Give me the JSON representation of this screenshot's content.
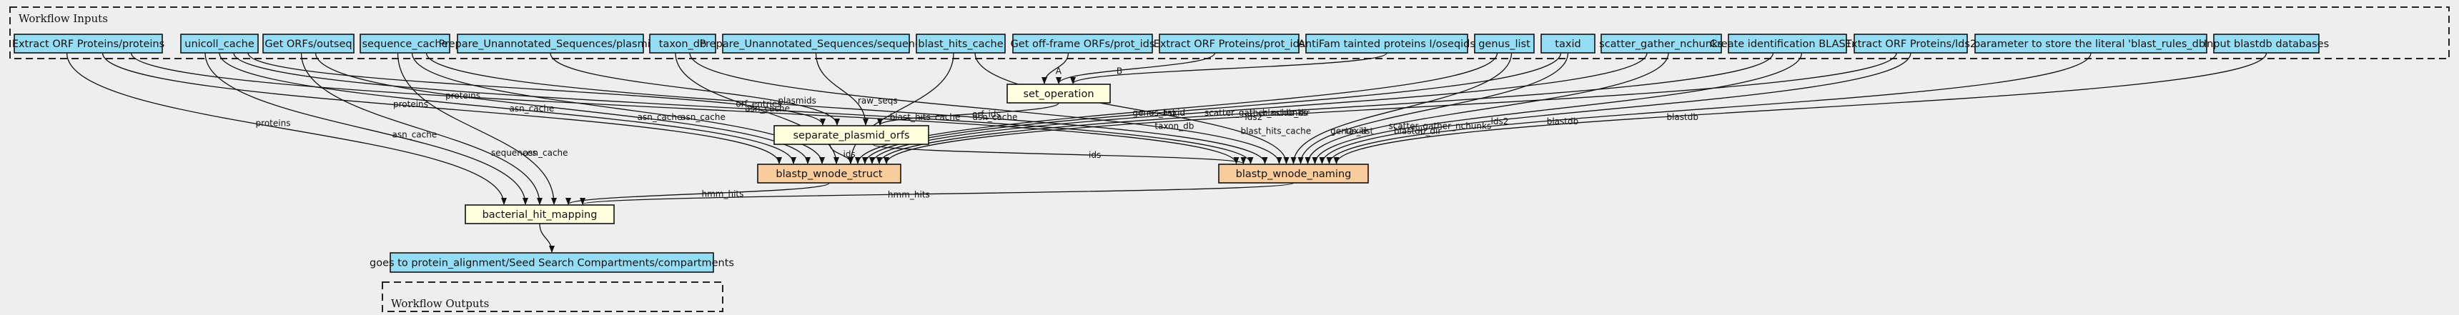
{
  "diagram": {
    "clusters": {
      "inputs": {
        "label": "Workflow Inputs"
      },
      "outputs": {
        "label": "Workflow Outputs"
      }
    },
    "inputs": [
      "Extract ORF Proteins/proteins",
      "unicoll_cache",
      "Get ORFs/outseq",
      "sequence_cache",
      "Prepare_Unannotated_Sequences/plasmids",
      "taxon_db",
      "Prepare_Unannotated_Sequences/sequences",
      "blast_hits_cache",
      "Get off-frame ORFs/prot_ids",
      "Extract ORF Proteins/prot_ids",
      "AntiFam tainted proteins I/oseqids",
      "genus_list",
      "taxid",
      "scatter_gather_nchunks",
      "Create identification BLASTdb",
      "Extract ORF Proteins/lds2",
      "parameter to store the literal 'blast_rules_db'",
      "Input blastdb databases"
    ],
    "steps": {
      "set_operation": "set_operation",
      "separate_plasmid_orfs": "separate_plasmid_orfs",
      "blastp_wnode_struct": "blastp_wnode_struct",
      "blastp_wnode_naming": "blastp_wnode_naming",
      "bacterial_hit_mapping": "bacterial_hit_mapping"
    },
    "outputs": [
      "goes to protein_alignment/Seed Search Compartments/compartments"
    ],
    "edge_labels": {
      "proteins": "proteins",
      "asn_cache": "asn_cache",
      "sequences": "sequences",
      "orf_entries": "orf_entries",
      "plasmids": "plasmids",
      "taxon_db": "taxon_db",
      "raw_seqs": "raw_seqs",
      "orf_ids": "orf_ids",
      "blast_hits_cache": "blast_hits_cache",
      "genus_list": "genus_list",
      "taxid": "taxid",
      "scatter_gather_nchunks": "scatter_gather_nchunks",
      "blastdb_dir": "blastdb_dir",
      "lds2": "lds2",
      "blastdb": "blastdb",
      "ids": "ids",
      "hmm_hits": "hmm_hits",
      "a": "A",
      "b": "B"
    },
    "colors": {
      "input_fill": "#94ddf4",
      "step_fill": "#ffffe0",
      "struct_fill": "#f8cc9c",
      "output_fill": "#94ddf4",
      "background": "#eeeeee"
    }
  }
}
